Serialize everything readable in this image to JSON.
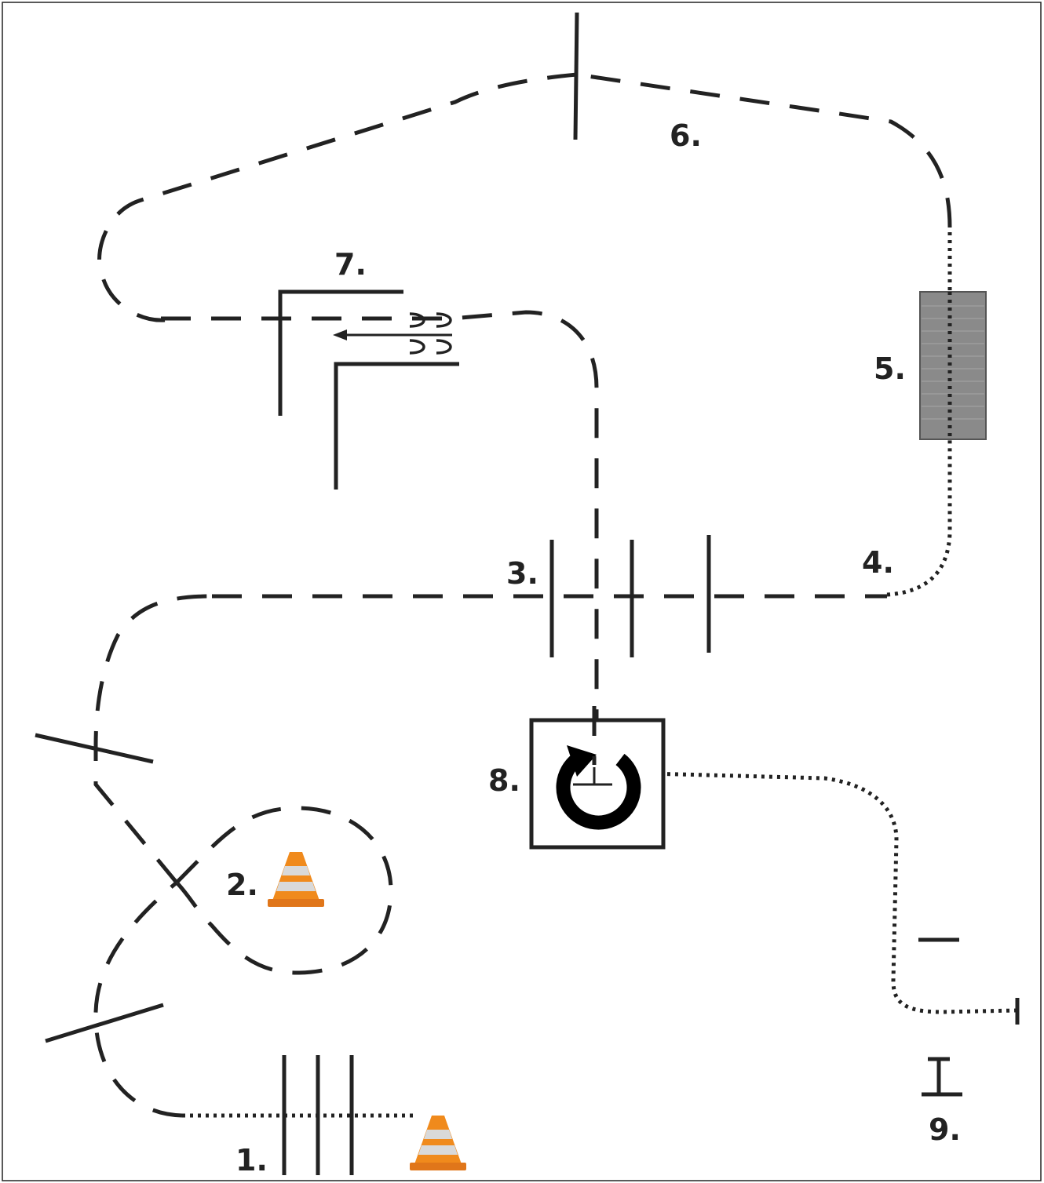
{
  "labels": {
    "l1": "1.",
    "l2": "2.",
    "l3": "3.",
    "l4": "4.",
    "l5": "5.",
    "l6": "6.",
    "l7": "7.",
    "l8": "8.",
    "l9": "9."
  },
  "icons": {
    "cone": "traffic-cone-icon",
    "uturn": "u-turn-icon",
    "arrow": "left-arrow-icon",
    "bump": "speed-bump-icon"
  },
  "colors": {
    "cone_orange": "#f08a1c",
    "cone_stripe": "#d9d9d9",
    "bump_gray": "#8a8a8a",
    "line": "#222222"
  }
}
